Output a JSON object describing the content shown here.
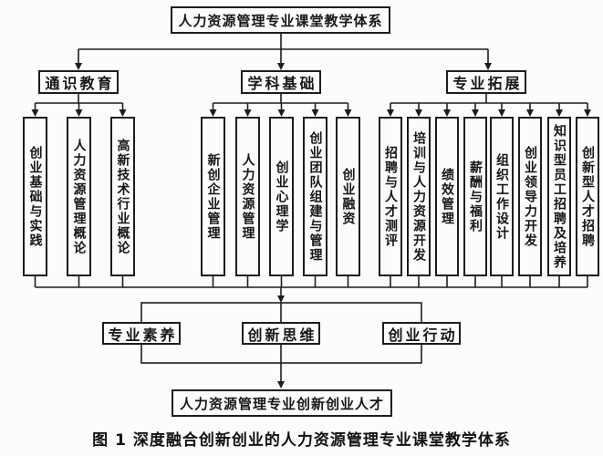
{
  "diagram": {
    "title": "人力资源管理专业课堂教学体系",
    "branches": [
      {
        "label": "通识教育",
        "courses": [
          "创业基础与实践",
          "人力资源管理概论",
          "高新技术行业概论"
        ]
      },
      {
        "label": "学科基础",
        "courses": [
          "新创企业管理",
          "人力资源管理",
          "创业心理学",
          "创业团队组建与管理",
          "创业融资"
        ]
      },
      {
        "label": "专业拓展",
        "courses": [
          "招聘与人才测评",
          "培训与人力资源开发",
          "绩效管理",
          "薪酬与福利",
          "组织工作设计",
          "创业领导力开发",
          "知识型员工招聘及培养",
          "创新型人才招聘"
        ]
      }
    ],
    "outcomes": [
      "专业素养",
      "创新思维",
      "创业行动"
    ],
    "result": "人力资源管理专业创新创业人才",
    "caption": "图 1  深度融合创新创业的人力资源管理专业课堂教学体系",
    "colors": {
      "line": "#1d1d1d",
      "background": "#fcfcfc",
      "text": "#161616"
    }
  }
}
